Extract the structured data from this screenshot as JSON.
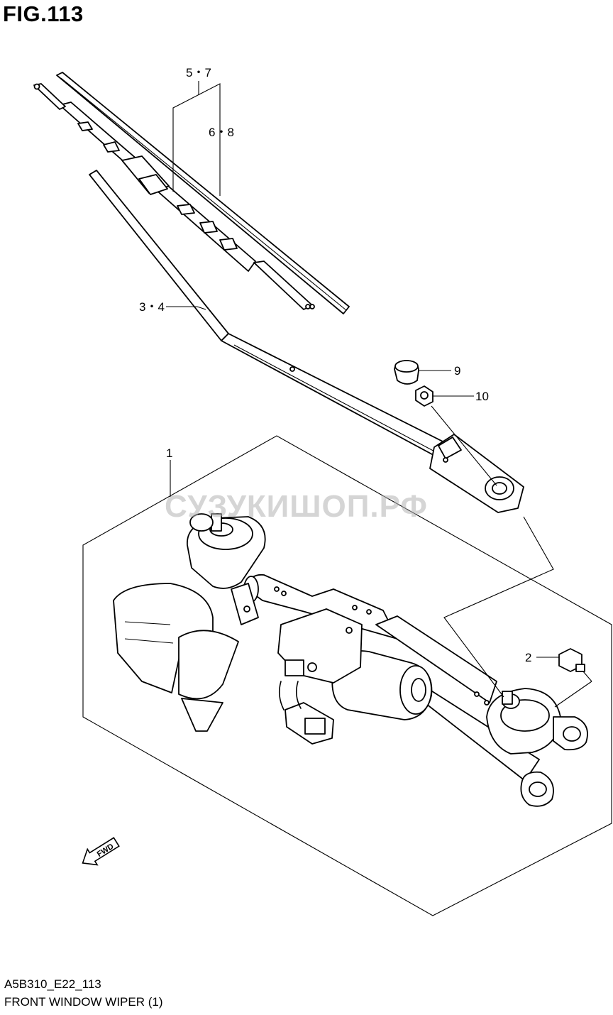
{
  "header": {
    "figure_title": "FIG.113"
  },
  "callouts": {
    "blade_left": "5・7",
    "blade_right": "6・8",
    "arm": "3・4",
    "cap": "9",
    "nut": "10",
    "linkage": "1",
    "bolt": "2"
  },
  "watermark": "СУЗУКИШОП.РФ",
  "fwd_marker": "FWD",
  "footer": {
    "code": "A5B310_E22_113",
    "caption": "FRONT WINDOW WIPER (1)"
  }
}
